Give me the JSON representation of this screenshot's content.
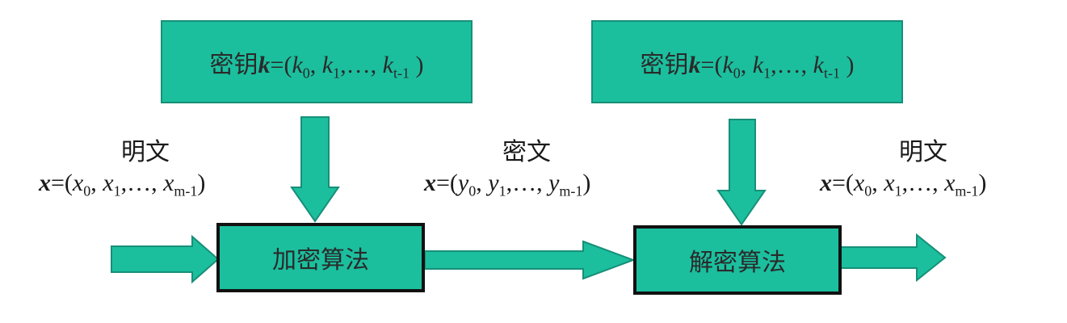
{
  "colors": {
    "box_fill": "#1bbf9e",
    "arrow_fill": "#1bbf9e",
    "arrow_stroke": "#178f78",
    "algo_border": "#111111"
  },
  "key_left": {
    "prefix": "密钥",
    "var": "k",
    "eq": "=(",
    "t0": "k",
    "s0": "0",
    "t1": "k",
    "s1": "1",
    "dots": "…",
    "t2": "k",
    "s2": "t-1",
    "close": " )"
  },
  "key_right": {
    "prefix": "密钥",
    "var": "k",
    "eq": "=(",
    "t0": "k",
    "s0": "0",
    "t1": "k",
    "s1": "1",
    "dots": "…",
    "t2": "k",
    "s2": "t-1",
    "close": " )"
  },
  "plaintext_left": {
    "label": "明文",
    "var": "x",
    "eq": "=(",
    "t0": "x",
    "s0": "0",
    "t1": "x",
    "s1": "1",
    "dots": "…",
    "t2": "x",
    "s2": "m-1",
    "close": ")"
  },
  "ciphertext": {
    "label": "密文",
    "var": "x",
    "eq": "=(",
    "t0": "y",
    "s0": "0",
    "t1": "y",
    "s1": "1",
    "dots": "…",
    "t2": "y",
    "s2": "m-1",
    "close": ")"
  },
  "plaintext_right": {
    "label": "明文",
    "var": "x",
    "eq": "=(",
    "t0": "x",
    "s0": "0",
    "t1": "x",
    "s1": "1",
    "dots": "…",
    "t2": "x",
    "s2": "m-1",
    "close": ")"
  },
  "encrypt_box": {
    "label": "加密算法"
  },
  "decrypt_box": {
    "label": "解密算法"
  }
}
